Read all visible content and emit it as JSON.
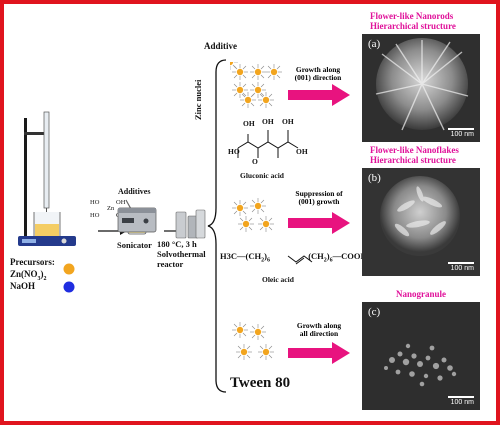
{
  "labels": {
    "additive_header": "Additive",
    "additives_small": "Additives",
    "zinc_nuclei": "Zinc nuclei",
    "precursors": "Precursors:",
    "zn_no3": "Zn(NO",
    "zn_no3_sub": "3",
    "zn_no3_close": ")",
    "zn_no3_sub2": "2",
    "naoh": "NaOH",
    "sonicator": "Sonicator",
    "conditions_line1": "180 °C, 3 h",
    "conditions_line2": "Solvothermal",
    "conditions_line3": "reactor",
    "gluconic_acid": "Gluconic acid",
    "oleic_acid": "Oleic acid",
    "tween": "Tween 80"
  },
  "arrows": [
    {
      "line1": "Growth along",
      "line2": "(001) direction"
    },
    {
      "line1": "Suppression of",
      "line2": "(001) growth"
    },
    {
      "line1": "Growth along",
      "line2": "all direction"
    }
  ],
  "results": [
    {
      "line1": "Flower-like Nanorods",
      "line2": "Hierarchical structure",
      "panel": "(a)",
      "scale": "100 nm"
    },
    {
      "line1": "Flower-like Nanoflakes",
      "line2": "Hierarchical structure",
      "panel": "(b)",
      "scale": "100 nm"
    },
    {
      "line1": "Nanogranule",
      "line2": "",
      "panel": "(c)",
      "scale": "100 nm"
    }
  ],
  "chem": {
    "zinc_ho1": "HO",
    "zinc_zn": "Zn",
    "zinc_ho2": "HO",
    "zinc_oh1": "OH",
    "zinc_oh2": "OH",
    "gluc_ho": "HO",
    "gluc_oh1": "OH",
    "gluc_oh2": "OH",
    "gluc_oh3": "OH",
    "gluc_oh4": "OH",
    "gluc_o": "O",
    "oleic_h3c": "H3C",
    "oleic_ch2": "CH",
    "oleic_sub2": "2",
    "oleic_n1": "6",
    "oleic_n2": "6",
    "oleic_cooh": "COOH"
  },
  "colors": {
    "frame": "#e0141e",
    "arrow": "#e8137f",
    "highlight": "#e0119a",
    "orange": "#f2a51f",
    "blue": "#1f2de0"
  }
}
